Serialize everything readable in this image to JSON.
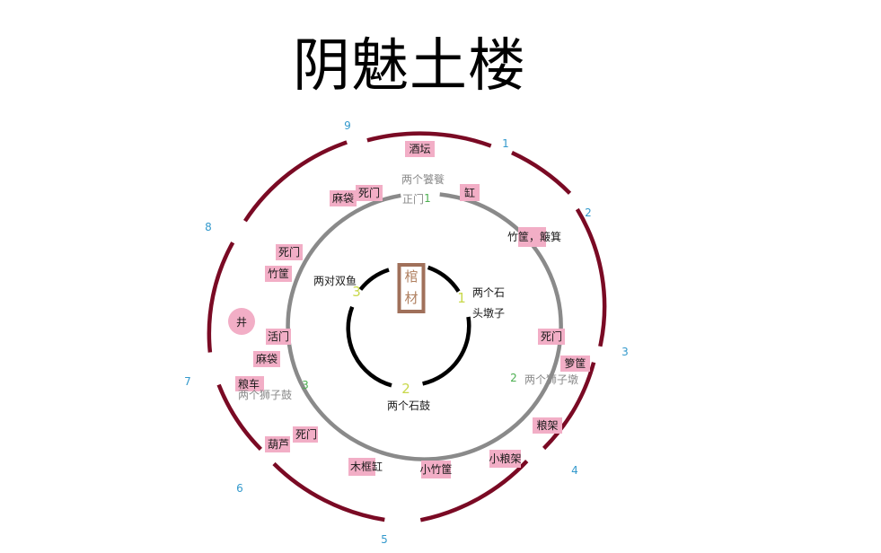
{
  "title": "阴魅土楼",
  "outer_numbers": [
    "9",
    "1",
    "2",
    "3",
    "4",
    "5",
    "6",
    "7",
    "8"
  ],
  "ring_numbers": {
    "gate1": "1",
    "gate2": "2",
    "gate3": "3"
  },
  "inner_numbers": {
    "n1": "1",
    "n2": "2",
    "n3": "3"
  },
  "center": {
    "coffin_1": "棺",
    "coffin_2": "材"
  },
  "outer_tags": {
    "jiutan": "酒坛",
    "gang": "缸",
    "zhukuang_boji": "竹筐，簸箕",
    "simen_e": "死门",
    "luokuang": "箩筐",
    "liangjia": "粮架",
    "xiaoliangjia": "小粮架",
    "xiaozhukuang": "小竹筐",
    "mukuanggang": "木框缸",
    "simen_sw": "死门",
    "hulu": "葫芦",
    "liangche": "粮车",
    "madai_w": "麻袋",
    "huomen": "活门",
    "zhukuang_w": "竹筐",
    "simen_w": "死门",
    "madai_n": "麻袋",
    "simen_n": "死门"
  },
  "ring_labels": {
    "liangge_taotie": "两个饕餮",
    "zhengmen": "正门",
    "liangge_shizidun": "两个狮子墩",
    "liangge_shizigu": "两个狮子鼓"
  },
  "inner_labels": {
    "liangdui_shuangyu": "两对双鱼",
    "liangge_shi": "两个石",
    "toudunzi": "头墩子",
    "liangge_shigu": "两个石鼓"
  },
  "well": "井"
}
